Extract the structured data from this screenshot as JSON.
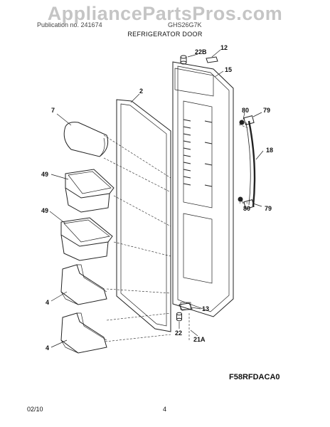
{
  "watermark": "AppliancePartsPros.com",
  "header": {
    "publication": "Publication no. 241674",
    "model": "GHS26G7K",
    "title": "REFRIGERATOR DOOR"
  },
  "callouts": {
    "p2": "2",
    "p4a": "4",
    "p4b": "4",
    "p7": "7",
    "p12": "12",
    "p13": "13",
    "p15": "15",
    "p18": "18",
    "p21a": "21A",
    "p22": "22",
    "p22b": "22B",
    "p49a": "49",
    "p49b": "49",
    "p79a": "79",
    "p79b": "79",
    "p80a": "80",
    "p80b": "80"
  },
  "diagram_code": "F58RFDACA0",
  "footer": {
    "date": "02/10",
    "page": "4"
  }
}
